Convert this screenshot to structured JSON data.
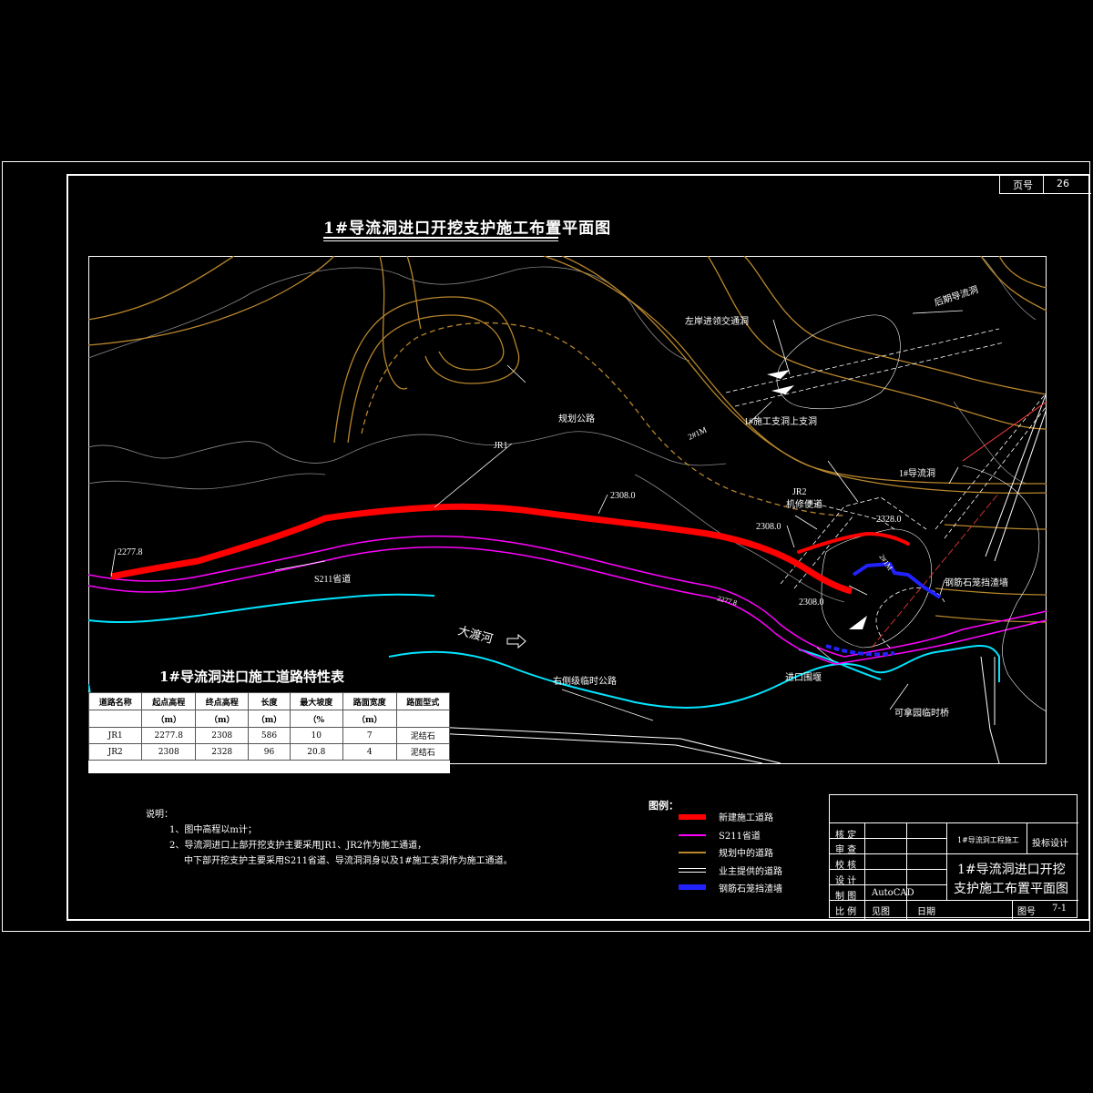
{
  "page": {
    "label": "页号",
    "number": "26"
  },
  "title": "1#导流洞进口开挖支护施工布置平面图",
  "map": {
    "labels": {
      "left_bank_tunnel": "左岸进领交通洞",
      "planned_road": "规划公路",
      "tailrace": "后期导流洞",
      "adit_upper": "1#施工支洞上支洞",
      "tunnel1": "1#导流洞",
      "jr1": "JR1",
      "jr2": "JR2",
      "bypass": "机修便道",
      "s211": "S211省道",
      "river": "大渡河",
      "right_bank_road": "右侧级临时公路",
      "cofferdam": "进口围堰",
      "gabion": "钢筋石笼挡渣墙",
      "bridge": "可拿园临时桥",
      "el_2277": "2277.8",
      "el_2308_a": "2308.0",
      "el_2308_b": "2308.0",
      "el_2308_c": "2308.0",
      "el_2328": "2328.0",
      "el_2277_b": "2277.8",
      "tunnel_mark": "2#1M",
      "tail_mark": "2#1M"
    }
  },
  "road_table": {
    "title": "1#导流洞进口施工道路特性表",
    "headers": [
      [
        "道路名称",
        ""
      ],
      [
        "起点高程",
        "（m）"
      ],
      [
        "终点高程",
        "（m）"
      ],
      [
        "长度",
        "（m）"
      ],
      [
        "最大坡度",
        "（%"
      ],
      [
        "路面宽度",
        "（m）"
      ],
      [
        "路面型式",
        ""
      ]
    ],
    "rows": [
      [
        "JR1",
        "2277.8",
        "2308",
        "586",
        "10",
        "7",
        "泥结石"
      ],
      [
        "JR2",
        "2308",
        "2328",
        "96",
        "20.8",
        "4",
        "泥结石"
      ]
    ]
  },
  "notes": {
    "heading": "说明：",
    "items": [
      "1、图中高程以m计；",
      "2、导流洞进口上部开挖支护主要采用JR1、JR2作为施工通道，",
      "中下部开挖支护主要采用S211省道、导流洞洞身以及1#施工支洞作为施工通道。"
    ]
  },
  "legend": {
    "heading": "图例：",
    "items": [
      {
        "label": "新建施工道路",
        "color": "#ff0000"
      },
      {
        "label": "S211省道",
        "color": "#ff00ff"
      },
      {
        "label": "规划中的道路",
        "color": "#b8862c"
      },
      {
        "label": "业主提供的道路",
        "color": "#ffffff"
      },
      {
        "label": "钢筋石笼挡渣墙",
        "color": "#2222ff"
      }
    ]
  },
  "title_block": {
    "rows": [
      "核 定",
      "审 查",
      "校 核",
      "设 计",
      "制 图",
      "比 例"
    ],
    "project": "1#导流洞工程施工",
    "stage": "投标设计",
    "software": "AutoCAD",
    "ref_label": "见图",
    "date_label": "日期",
    "drawing_title_1": "1#导流洞进口开挖",
    "drawing_title_2": "支护施工布置平面图",
    "drawing_no_label": "图号",
    "drawing_no": "7-1"
  },
  "colors": {
    "contour_brown": "#b8862c",
    "terrain_grey": "#8a8a8a",
    "river_cyan": "#00e5ff",
    "road_red": "#ff0000",
    "s211_magenta": "#ff00ff",
    "gabion_blue": "#2222ff"
  }
}
